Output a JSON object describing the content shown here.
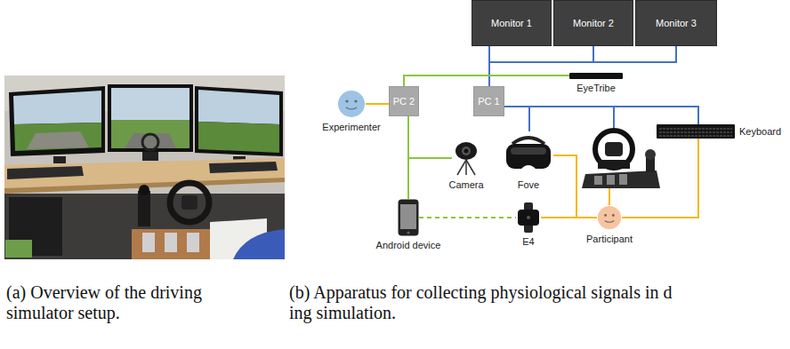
{
  "diagram": {
    "nodes": [
      {
        "text": [
          "Monitor 1"
        ]
      },
      {
        "text": [
          "Monitor 2"
        ]
      },
      {
        "text": [
          "Monitor 3"
        ]
      },
      {
        "text": [
          "EyeTribe"
        ]
      },
      {
        "text": [
          "Experimenter"
        ]
      },
      {
        "text": [
          "PC 2"
        ]
      },
      {
        "text": [
          "PC 1"
        ]
      },
      {
        "text": [
          "Keyboard"
        ]
      },
      {
        "text": [
          "Camera"
        ]
      },
      {
        "text": [
          "Fove"
        ]
      },
      {
        "text": [
          "Android device"
        ]
      },
      {
        "text": [
          "E4"
        ]
      },
      {
        "text": [
          "Participant"
        ]
      }
    ],
    "edges": [
      {
        "from": 6,
        "to": 0,
        "arrow": "none"
      },
      {
        "from": 6,
        "to": 1,
        "arrow": "none"
      },
      {
        "from": 6,
        "to": 2,
        "arrow": "none"
      },
      {
        "from": 5,
        "to": 3,
        "arrow": "none"
      },
      {
        "from": 4,
        "to": 5,
        "arrow": "none"
      },
      {
        "from": 6,
        "to": 9,
        "arrow": "none"
      },
      {
        "from": 6,
        "to": 7,
        "arrow": "none"
      },
      {
        "from": 5,
        "to": 8,
        "arrow": "none"
      },
      {
        "from": 5,
        "to": 10,
        "arrow": "none"
      },
      {
        "from": 10,
        "to": 11,
        "arrow": "none"
      },
      {
        "from": 9,
        "to": 12,
        "arrow": "none"
      },
      {
        "from": 11,
        "to": 12,
        "arrow": "none"
      },
      {
        "from": 12,
        "to": 7,
        "arrow": "none"
      }
    ],
    "labels": [
      "(a) Overview of the driving simulator setup.",
      "(b) Apparatus for collecting physiological signals in d ing simulation."
    ]
  }
}
